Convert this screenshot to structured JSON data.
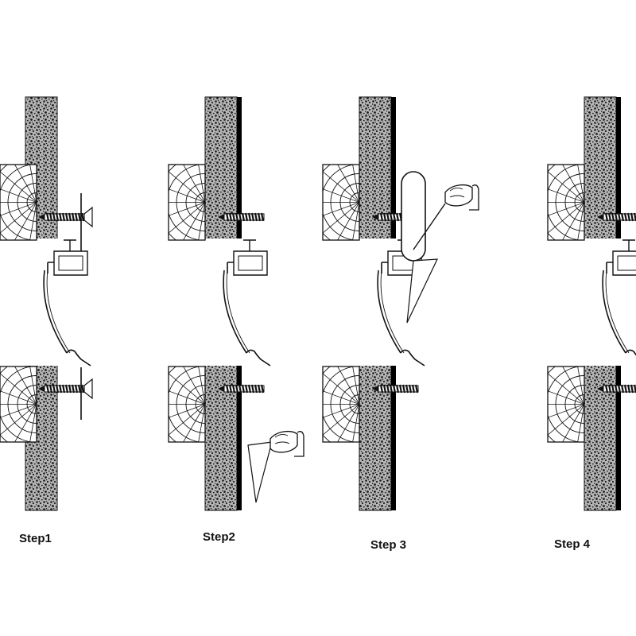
{
  "diagram": {
    "steps": [
      {
        "label": "Step1"
      },
      {
        "label": "Step2"
      },
      {
        "label": "Step 3"
      },
      {
        "label": "Step 4"
      }
    ],
    "colors": {
      "ink": "#111111",
      "paper": "#ffffff",
      "concrete_dot": "#1a1a1a",
      "finish_layer": "#000000"
    }
  }
}
